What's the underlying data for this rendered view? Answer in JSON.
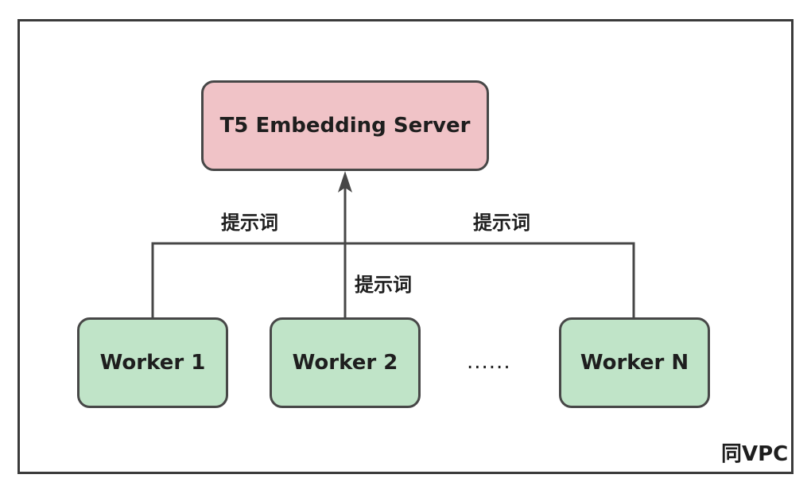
{
  "diagram": {
    "container_label": "同VPC",
    "server": {
      "label": "T5 Embedding Server"
    },
    "workers": [
      {
        "label": "Worker 1"
      },
      {
        "label": "Worker 2"
      },
      {
        "label": "Worker N"
      }
    ],
    "ellipsis": "......",
    "edge_labels": {
      "left": "提示词",
      "middle": "提示词",
      "right": "提示词"
    },
    "colors": {
      "server_fill": "#f0c3c7",
      "worker_fill": "#c0e4c8",
      "stroke": "#474747"
    }
  }
}
